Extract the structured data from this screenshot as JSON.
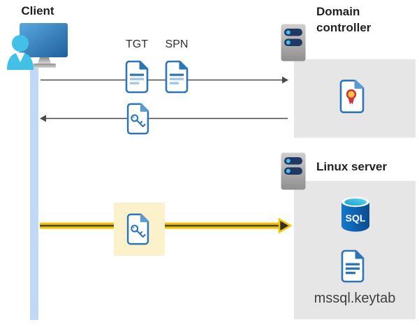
{
  "client": {
    "label": "Client"
  },
  "domain_controller": {
    "label": "Domain controller"
  },
  "linux_server": {
    "label": "Linux server",
    "sql_badge": "SQL",
    "keytab_label": "mssql.keytab"
  },
  "flows": {
    "request_to_dc": {
      "tgt_label": "TGT",
      "spn_label": "SPN"
    },
    "response_from_dc": {
      "icon": "key-file-icon"
    },
    "auth_to_linux_server": {
      "icon": "key-file-icon-highlighted"
    }
  },
  "icons": {
    "client": "client-workstation-icon",
    "server": "server-icon",
    "document": "document-file-icon",
    "key_file": "key-file-icon",
    "certificate": "certificate-file-icon",
    "sql_database": "sql-database-icon"
  },
  "colors": {
    "doc_blue": "#2E75B6",
    "doc_blue_light": "#9DC3E6",
    "fold_medium_blue": "#5B9BD5",
    "client_cyan": "#41C0E8",
    "server_navy": "#1F3864",
    "box_gray": "#E6E6E6",
    "timeline_blue": "#BFD9F6",
    "arrow_gray": "#4A4A4A",
    "highlight_yellow_bg": "#FBF2CC",
    "arrow_yellow": "#F2C500",
    "cert_red": "#D13438",
    "cert_gold": "#FFC83D",
    "sql_body_blue": "#0F62AC",
    "sql_top_cyan": "#35BEE0"
  }
}
